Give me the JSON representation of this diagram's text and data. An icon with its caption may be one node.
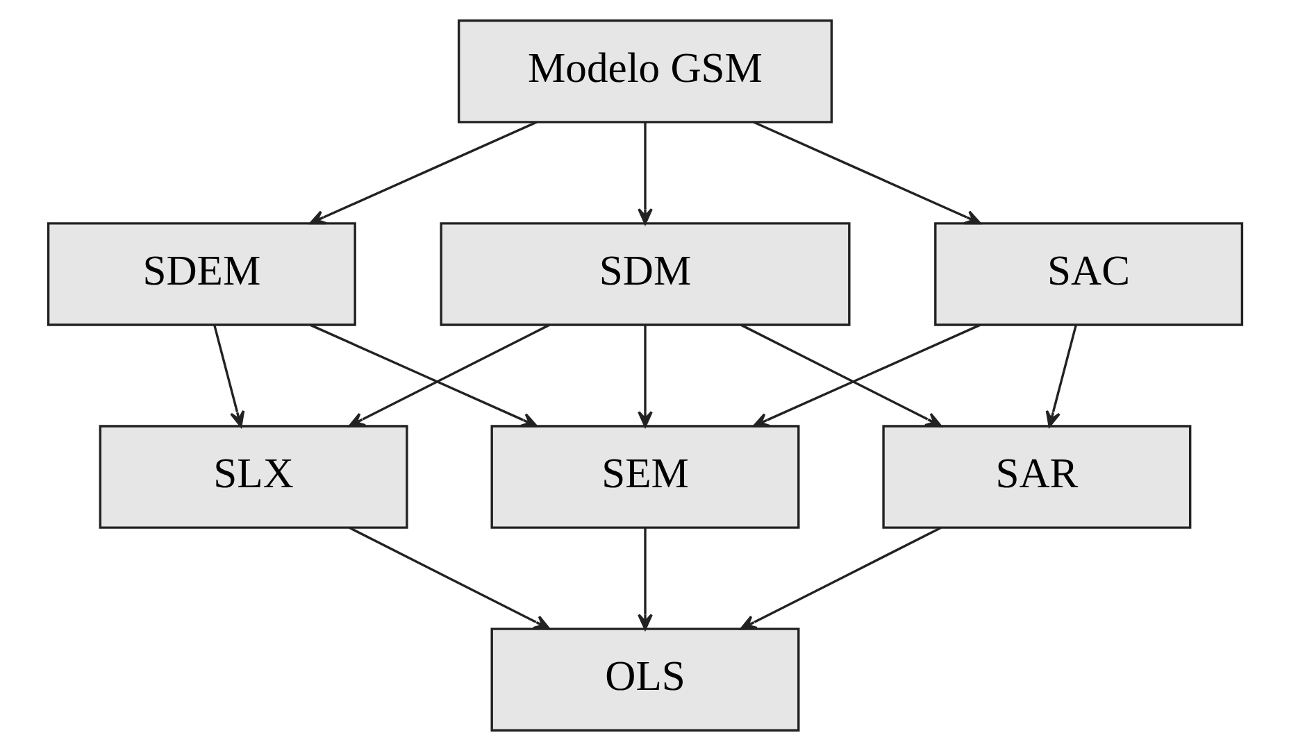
{
  "diagram": {
    "nodes": [
      {
        "text": [
          "Modelo GSM"
        ]
      },
      {
        "text": [
          "SDEM"
        ]
      },
      {
        "text": [
          "SDM"
        ]
      },
      {
        "text": [
          "SAC"
        ]
      },
      {
        "text": [
          "SEM"
        ]
      },
      {
        "text": [
          "SLX"
        ]
      },
      {
        "text": [
          "SAR"
        ]
      },
      {
        "text": [
          "OLS"
        ]
      }
    ],
    "edges": [
      {
        "from": 0,
        "to": 1,
        "arrow": "to"
      },
      {
        "from": 0,
        "to": 2,
        "arrow": "to"
      },
      {
        "from": 0,
        "to": 3,
        "arrow": "to"
      },
      {
        "from": 1,
        "to": 4,
        "arrow": "to"
      },
      {
        "from": 1,
        "to": 5,
        "arrow": "to"
      },
      {
        "from": 2,
        "to": 4,
        "arrow": "to"
      },
      {
        "from": 2,
        "to": 5,
        "arrow": "to"
      },
      {
        "from": 2,
        "to": 6,
        "arrow": "to"
      },
      {
        "from": 3,
        "to": 4,
        "arrow": "to"
      },
      {
        "from": 3,
        "to": 6,
        "arrow": "to"
      },
      {
        "from": 4,
        "to": 7,
        "arrow": "to"
      },
      {
        "from": 5,
        "to": 7,
        "arrow": "to"
      },
      {
        "from": 6,
        "to": 7,
        "arrow": "to"
      }
    ]
  }
}
